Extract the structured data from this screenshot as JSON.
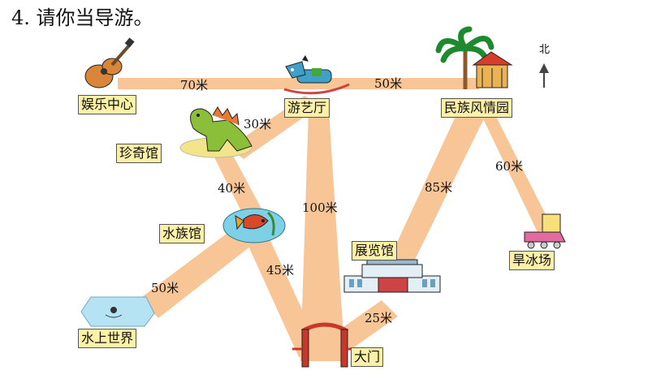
{
  "title": "4. 请你当导游。",
  "north_label": "北",
  "places": {
    "entertainment": "娱乐中心",
    "amusement_hall": "游艺厅",
    "folk_garden": "民族风情园",
    "treasure_hall": "珍奇馆",
    "aquarium": "水族馆",
    "water_world": "水上世界",
    "exhibition_hall": "展览馆",
    "ice_rink": "旱冰场",
    "main_gate": "大门"
  },
  "distances": {
    "entertainment_to_amusement": "70米",
    "amusement_to_folk": "50米",
    "amusement_to_treasure": "30米",
    "treasure_to_aquarium": "40米",
    "amusement_to_gate": "100米",
    "folk_to_exhibition": "85米",
    "folk_to_rink": "60米",
    "aquarium_to_water": "50米",
    "aquarium_to_gate": "45米",
    "exhibition_to_gate": "25米"
  },
  "colors": {
    "path": "#f8c596",
    "label_bg": "#fdf1a8"
  }
}
